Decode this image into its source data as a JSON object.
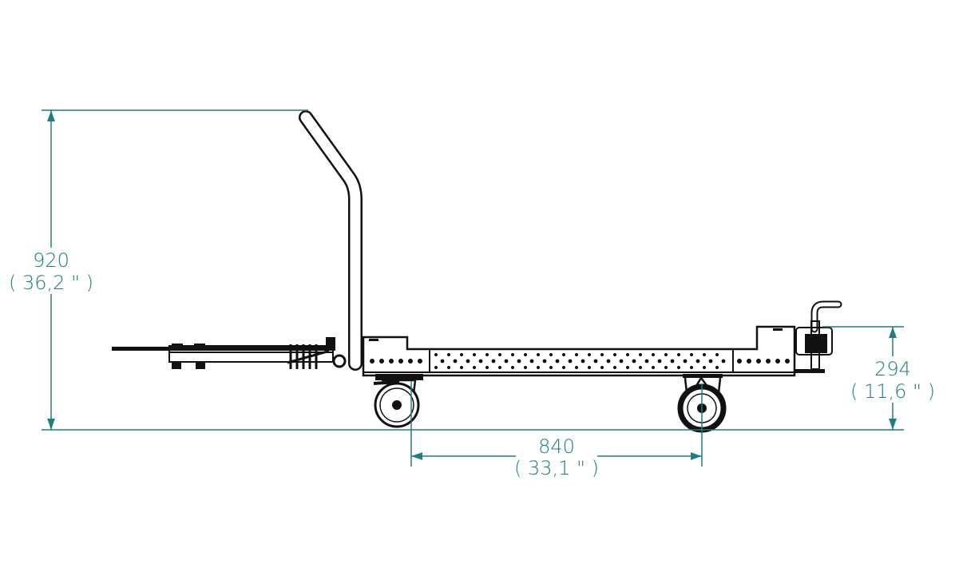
{
  "colors": {
    "dimension": "#1f7f7f",
    "ink": "#111111",
    "background": "#ffffff"
  },
  "dimensions": {
    "height": {
      "mm": "920",
      "inch": "( 36,2 \" )"
    },
    "deck_height": {
      "mm": "294",
      "inch": "( 11,6 \" )"
    },
    "wheelbase": {
      "mm": "840",
      "inch": "( 33,1 \" )"
    }
  }
}
